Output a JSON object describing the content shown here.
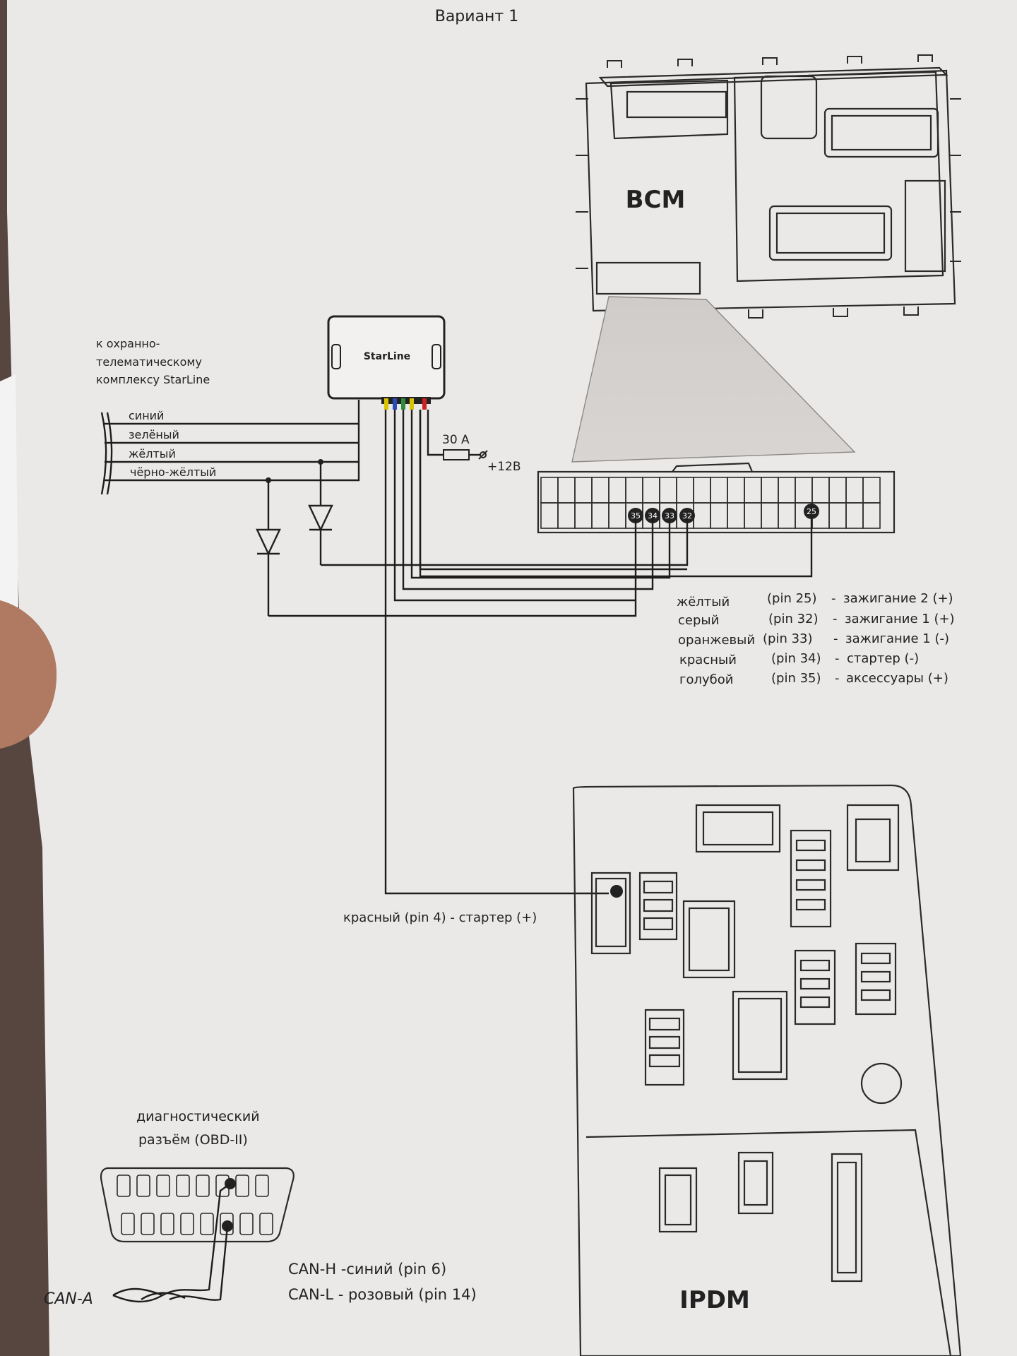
{
  "title": "Вариант 1",
  "bcm": {
    "label": "BCM"
  },
  "ipdm": {
    "label": "IPDM"
  },
  "starline": {
    "logo": "StarLine",
    "note": [
      "к охранно-",
      "телематическому",
      "комплексу StarLine"
    ],
    "bus_wires": [
      "синий",
      "зелёный",
      "жёлтый",
      "чёрно-жёлтый"
    ]
  },
  "fuse": {
    "rating": "30 A",
    "supply": "+12В"
  },
  "bcm_pins": [
    "35",
    "34",
    "33",
    "32",
    "25"
  ],
  "bcm_legend": [
    {
      "color": "жёлтый",
      "pin": "(pin 25)",
      "function": "зажигание 2 (+)"
    },
    {
      "color": "серый",
      "pin": "(pin 32)",
      "function": "зажигание 1 (+)"
    },
    {
      "color": "оранжевый",
      "pin": "(pin 33)",
      "function": "зажигание 1 (-)"
    },
    {
      "color": "красный",
      "pin": "(pin 34)",
      "function": "стартер (-)"
    },
    {
      "color": "голубой",
      "pin": "(pin 35)",
      "function": "аксессуары (+)"
    }
  ],
  "ipdm_pin": "4",
  "ipdm_label": "красный  (pin 4)  -  стартер (+)",
  "obd": {
    "title": [
      "диагностический",
      "разъём (OBD-II)"
    ],
    "pins": [
      "6",
      "14"
    ],
    "can_label": "CAN-A",
    "can_h": "CAN-H -синий (pin 6)",
    "can_l": "CAN-L - розовый (pin 14)"
  },
  "colors": {
    "paper": "#eceae8",
    "ink": "#222222",
    "lead_blue": "#2a4db5",
    "lead_green": "#2f8a3a",
    "lead_yellow": "#d8c400",
    "lead_red": "#cc2222"
  }
}
